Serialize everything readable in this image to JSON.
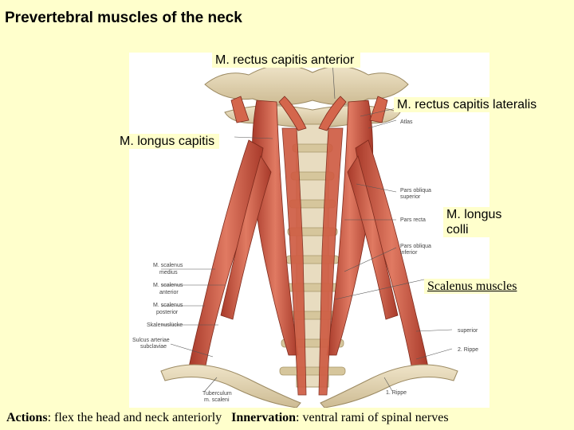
{
  "title": "Prevertebral muscles of the neck",
  "labels": {
    "rectus_capitis_anterior": "M. rectus capitis anterior",
    "rectus_capitis_lateralis": "M. rectus capitis lateralis",
    "longus_capitis": "M. longus capitis",
    "longus_colli_line1": "M. longus",
    "longus_colli_line2": "colli",
    "scalenus": "Scalenus muscles"
  },
  "figure_labels": {
    "atlas": "Atlas",
    "pars_obliqua_superior_1": "Pars obliqua",
    "pars_obliqua_superior_2": "superior",
    "pars_recta": "Pars recta",
    "pars_obliqua_inferior_1": "Pars obliqua",
    "pars_obliqua_inferior_2": "inferior",
    "scalenus_medius_1": "M. scalenus",
    "scalenus_medius_2": "medius",
    "scalenus_anterior_1": "M. scalenus",
    "scalenus_anterior_2": "anterior",
    "scalenus_posterior_1": "M. scalenus",
    "scalenus_posterior_2": "posterior",
    "scalenus_lucke": "Skalenuslücke",
    "sulcus_1": "Sulcus arteriae",
    "sulcus_2": "subclaviae",
    "tuberculum_1": "Tuberculum",
    "tuberculum_2": "m. scaleni",
    "rib1": "1. Rippe",
    "rib2": "2. Rippe",
    "superior": "superior"
  },
  "footer": {
    "actions_label": "Actions",
    "actions_text": ": flex the head and neck anteriorly",
    "innervation_label": "Innervation",
    "innervation_text": ": ventral rami of spinal nerves"
  },
  "colors": {
    "background": "#ffffcc",
    "muscle": "#c9503a",
    "muscle_light": "#e8917a",
    "bone": "#e8dcc0",
    "tendon": "#f2ece0"
  }
}
